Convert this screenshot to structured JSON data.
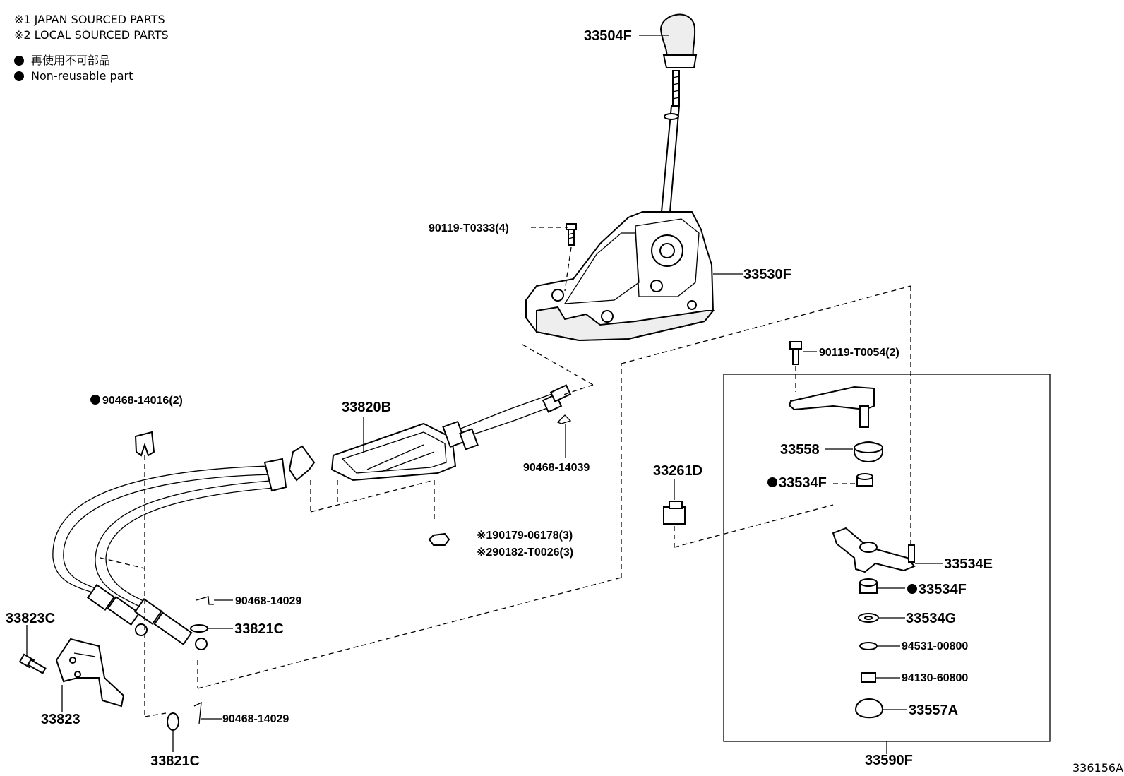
{
  "legend": {
    "source_note_1": "※1 JAPAN SOURCED PARTS",
    "source_note_2": "※2 LOCAL SOURCED PARTS",
    "nonreusable_jp": "再使用不可部品",
    "nonreusable_en": "Non-reusable part"
  },
  "labels": {
    "knob": "33504F",
    "shift_assy": "33530F",
    "bolt_t0333": "90119-T0333(4)",
    "bolt_t0054": "90119-T0054(2)",
    "cable_assy": "33820B",
    "clip_14016": "90468-14016(2)",
    "clip_14039": "90468-14039",
    "nut_japan": "※190179-06178(3)",
    "nut_local": "※290182-T0026(3)",
    "damper": "33261D",
    "bushing": "33558",
    "nut_33534f_a": "33534F",
    "lever": "33534E",
    "nut_33534f_b": "33534F",
    "washer_33534g": "33534G",
    "washer_94531": "94531-00800",
    "nut_94130": "94130-60800",
    "cap_33557a": "33557A",
    "lever_sub_assy": "33590F",
    "clip_14029_a": "90468-14029",
    "washer_33821c_a": "33821C",
    "bolt_33823c": "33823C",
    "bracket_33823": "33823",
    "clip_14029_b": "90468-14029",
    "washer_33821c_b": "33821C",
    "figure_ref": "336156A"
  }
}
